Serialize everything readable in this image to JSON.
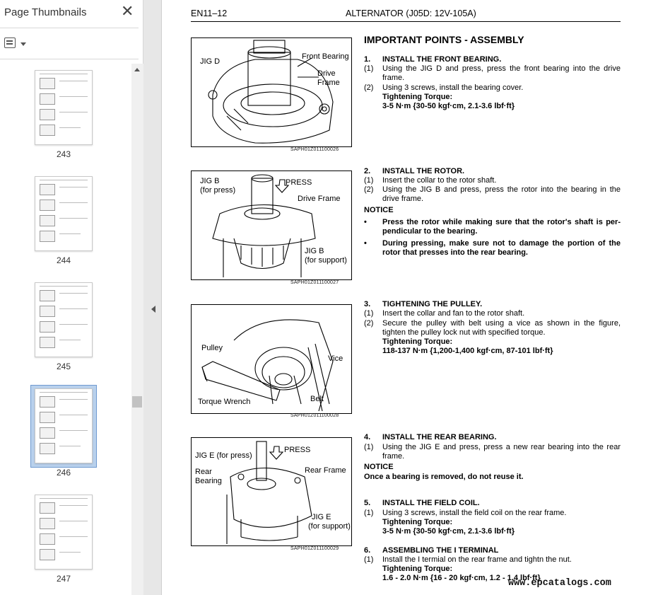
{
  "sidebar": {
    "title": "Page Thumbnails",
    "close_icon": "close-icon",
    "options_icon": "thumbnail-options-icon",
    "thumbnails": [
      {
        "page": "243"
      },
      {
        "page": "244"
      },
      {
        "page": "245"
      },
      {
        "page": "246",
        "selected": true
      },
      {
        "page": "247"
      }
    ]
  },
  "document": {
    "header_left": "EN11–12",
    "header_right": "ALTERNATOR (J05D: 12V-105A)",
    "section_title": "IMPORTANT POINTS - ASSEMBLY",
    "figures": [
      {
        "labels": [
          "JIG D",
          "Front Bearing",
          "Drive",
          "Frame"
        ],
        "code": "SAPH01Z011100026"
      },
      {
        "labels": [
          "JIG B",
          "(for press)",
          "PRESS",
          "Drive Frame",
          "JIG B",
          "(for support)"
        ],
        "code": "SAPH01Z011100027"
      },
      {
        "labels": [
          "Pulley",
          "Vice",
          "Belt",
          "Torque Wrench"
        ],
        "code": "SAPH01Z011100028"
      },
      {
        "labels": [
          "JIG E (for press)",
          "PRESS",
          "Rear",
          "Bearing",
          "Rear Frame",
          "JIG E",
          "(for support)"
        ],
        "code": "SAPH01Z011100029"
      }
    ],
    "steps": [
      {
        "num": "1.",
        "title": "INSTALL THE FRONT BEARING.",
        "items": [
          {
            "num": "(1)",
            "text": "Using the JIG D and press, press the front bearing into the drive frame."
          },
          {
            "num": "(2)",
            "text": "Using 3 screws, install the bearing cover."
          }
        ],
        "torque_label": "Tightening Torque:",
        "torque_value": "3-5 N·m {30-50 kgf·cm, 2.1-3.6 lbf·ft}"
      },
      {
        "num": "2.",
        "title": "INSTALL THE ROTOR.",
        "items": [
          {
            "num": "(1)",
            "text": "Insert the collar to the rotor shaft."
          },
          {
            "num": "(2)",
            "text": "Using the JIG B and press, press the rotor into the bearing in the drive frame."
          }
        ],
        "notice": "NOTICE",
        "bullets": [
          "Press the rotor while making sure that the rotor's shaft is per-pendicular to the bearing.",
          "During pressing, make sure not to damage the portion of the rotor that presses into the rear bearing."
        ]
      },
      {
        "num": "3.",
        "title": "TIGHTENING THE PULLEY.",
        "items": [
          {
            "num": "(1)",
            "text": "Insert the collar and fan to the rotor shaft."
          },
          {
            "num": "(2)",
            "text": "Secure the pulley with belt using a vice as shown in the figure, tighten the pulley lock nut with specified torque."
          }
        ],
        "torque_label": "Tightening Torque:",
        "torque_value": "118-137 N·m {1,200-1,400 kgf·cm, 87-101 lbf·ft}"
      },
      {
        "num": "4.",
        "title": "INSTALL THE REAR BEARING.",
        "items": [
          {
            "num": "(1)",
            "text": "Using the JIG E and press, press a new rear bearing into the rear frame."
          }
        ],
        "notice": "NOTICE",
        "notice_text": "Once a bearing is removed, do not reuse it."
      },
      {
        "num": "5.",
        "title": "INSTALL THE FIELD COIL.",
        "items": [
          {
            "num": "(1)",
            "text": "Using 3 screws, install the field coil on the rear frame."
          }
        ],
        "torque_label": "Tightening Torque:",
        "torque_value": "3-5 N·m {30-50 kgf·cm, 2.1-3.6 lbf·ft}"
      },
      {
        "num": "6.",
        "title": "ASSEMBLING THE I TERMINAL",
        "items": [
          {
            "num": "(1)",
            "text": "Install the I termial on the rear frame and tightn the nut."
          }
        ],
        "torque_label": "Tightening Torque:",
        "torque_value": "1.6 - 2.0 N·m {16 - 20 kgf·cm, 1.2 - 1.4 lbf·ft}"
      }
    ],
    "watermark": "www.epcatalogs.com"
  }
}
